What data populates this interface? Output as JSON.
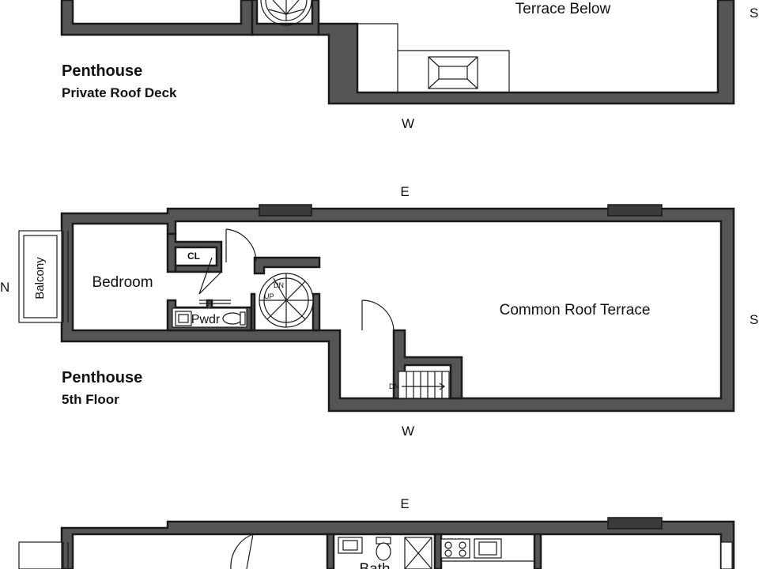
{
  "plans": [
    {
      "title": "Penthouse",
      "subtitle": "Private Roof Deck",
      "rooms": [
        "Terrace Below"
      ],
      "compass": {
        "south": "S",
        "west": "W"
      }
    },
    {
      "title": "Penthouse",
      "subtitle": "5th Floor",
      "rooms": [
        "Bedroom",
        "Common Roof Terrace",
        "Balcony",
        "CL",
        "Pwdr"
      ],
      "stair_labels": [
        "DN",
        "UP",
        "DN"
      ],
      "compass": {
        "east": "E",
        "north": "N",
        "south": "S",
        "west": "W"
      }
    },
    {
      "rooms": [
        "Bath"
      ],
      "compass": {
        "east": "E"
      }
    }
  ]
}
